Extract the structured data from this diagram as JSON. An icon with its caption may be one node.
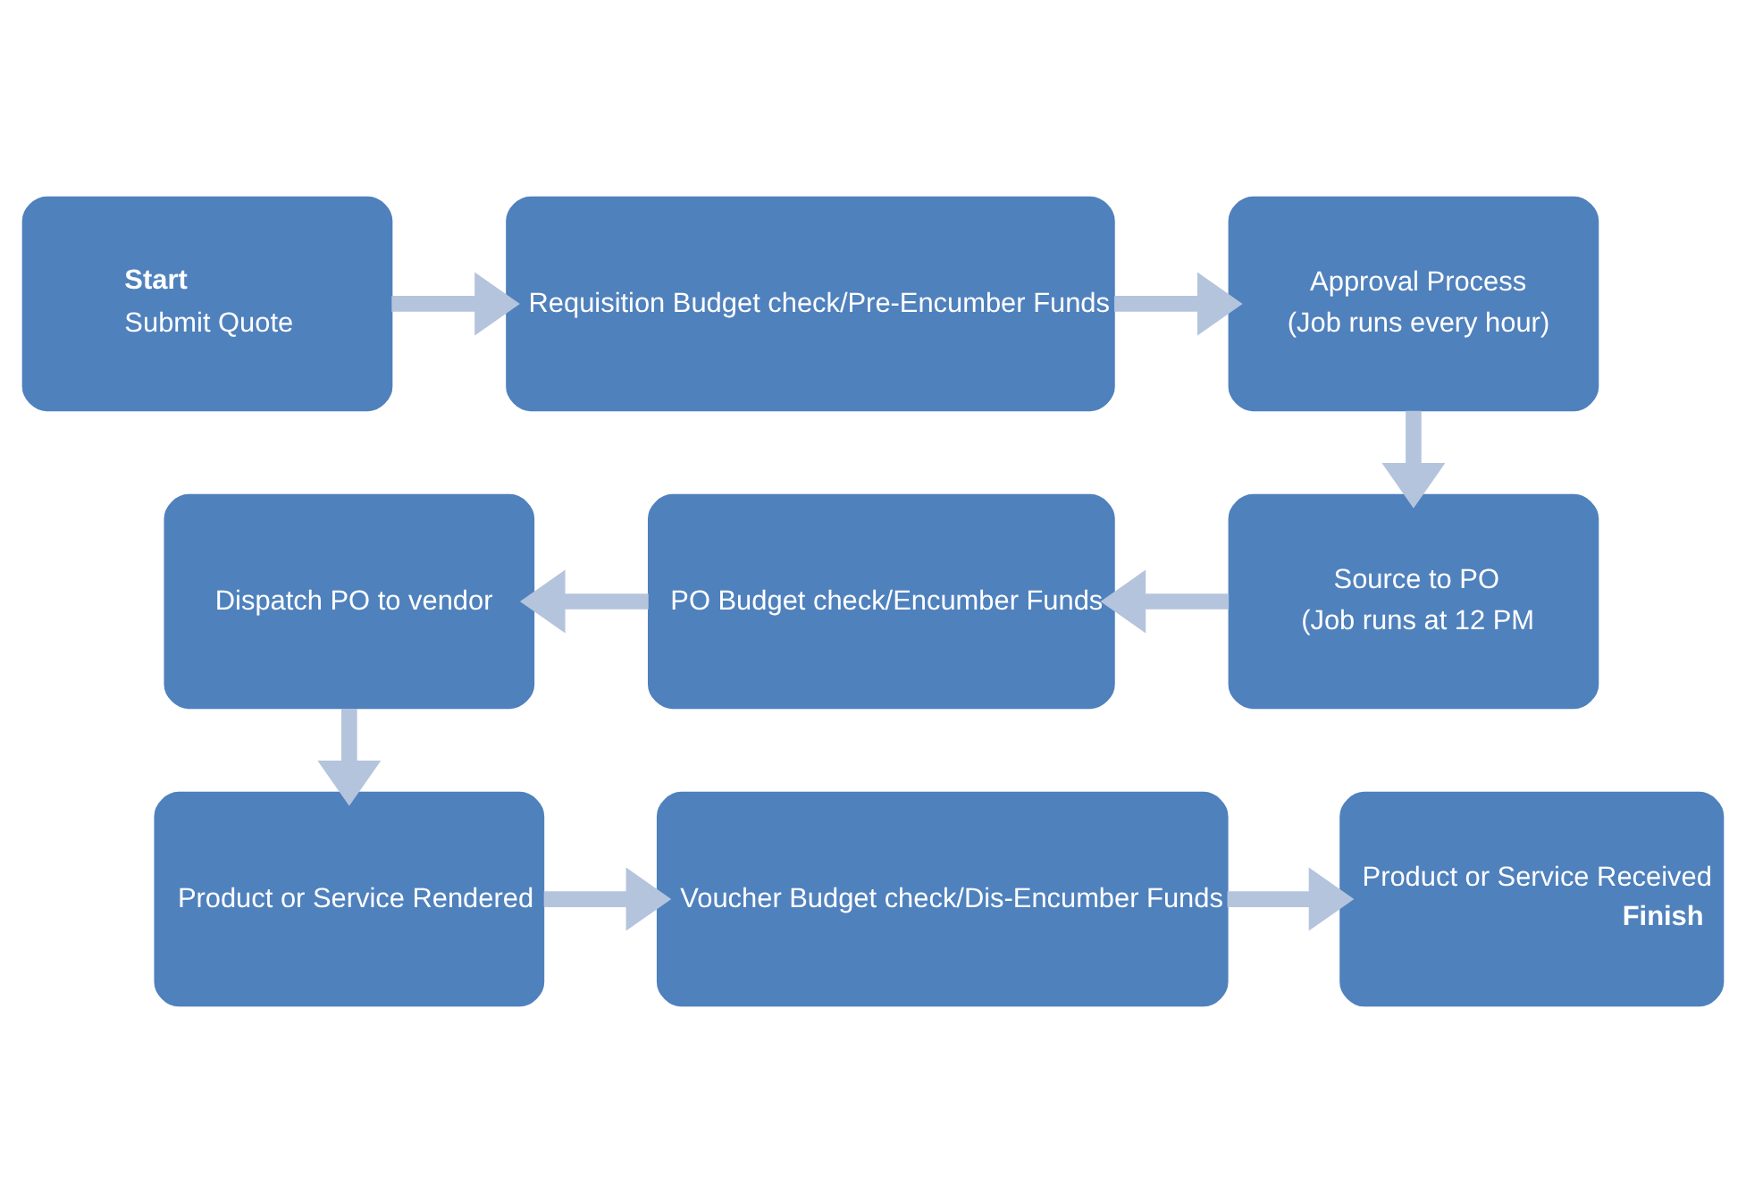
{
  "diagram": {
    "nodes": [
      {
        "text": [
          "Start",
          "Submit Quote"
        ]
      },
      {
        "text": [
          "Requisition Budget check/Pre-Encumber Funds"
        ]
      },
      {
        "text": [
          "Approval Process",
          "(Job runs every hour)"
        ]
      },
      {
        "text": [
          "Source to PO",
          "(Job runs at 12 PM"
        ]
      },
      {
        "text": [
          "PO Budget check/Encumber Funds"
        ]
      },
      {
        "text": [
          "Dispatch PO to vendor"
        ]
      },
      {
        "text": [
          "Product or Service Rendered"
        ]
      },
      {
        "text": [
          "Voucher Budget check/Dis-Encumber Funds"
        ]
      },
      {
        "text": [
          "Product or Service Received",
          "Finish"
        ]
      }
    ],
    "edges": [
      {
        "from": 0,
        "to": 1,
        "arrow": "to"
      },
      {
        "from": 1,
        "to": 2,
        "arrow": "to"
      },
      {
        "from": 2,
        "to": 3,
        "arrow": "to"
      },
      {
        "from": 3,
        "to": 4,
        "arrow": "to"
      },
      {
        "from": 4,
        "to": 5,
        "arrow": "to"
      },
      {
        "from": 5,
        "to": 6,
        "arrow": "to"
      },
      {
        "from": 6,
        "to": 7,
        "arrow": "to"
      },
      {
        "from": 7,
        "to": 8,
        "arrow": "to"
      }
    ]
  }
}
